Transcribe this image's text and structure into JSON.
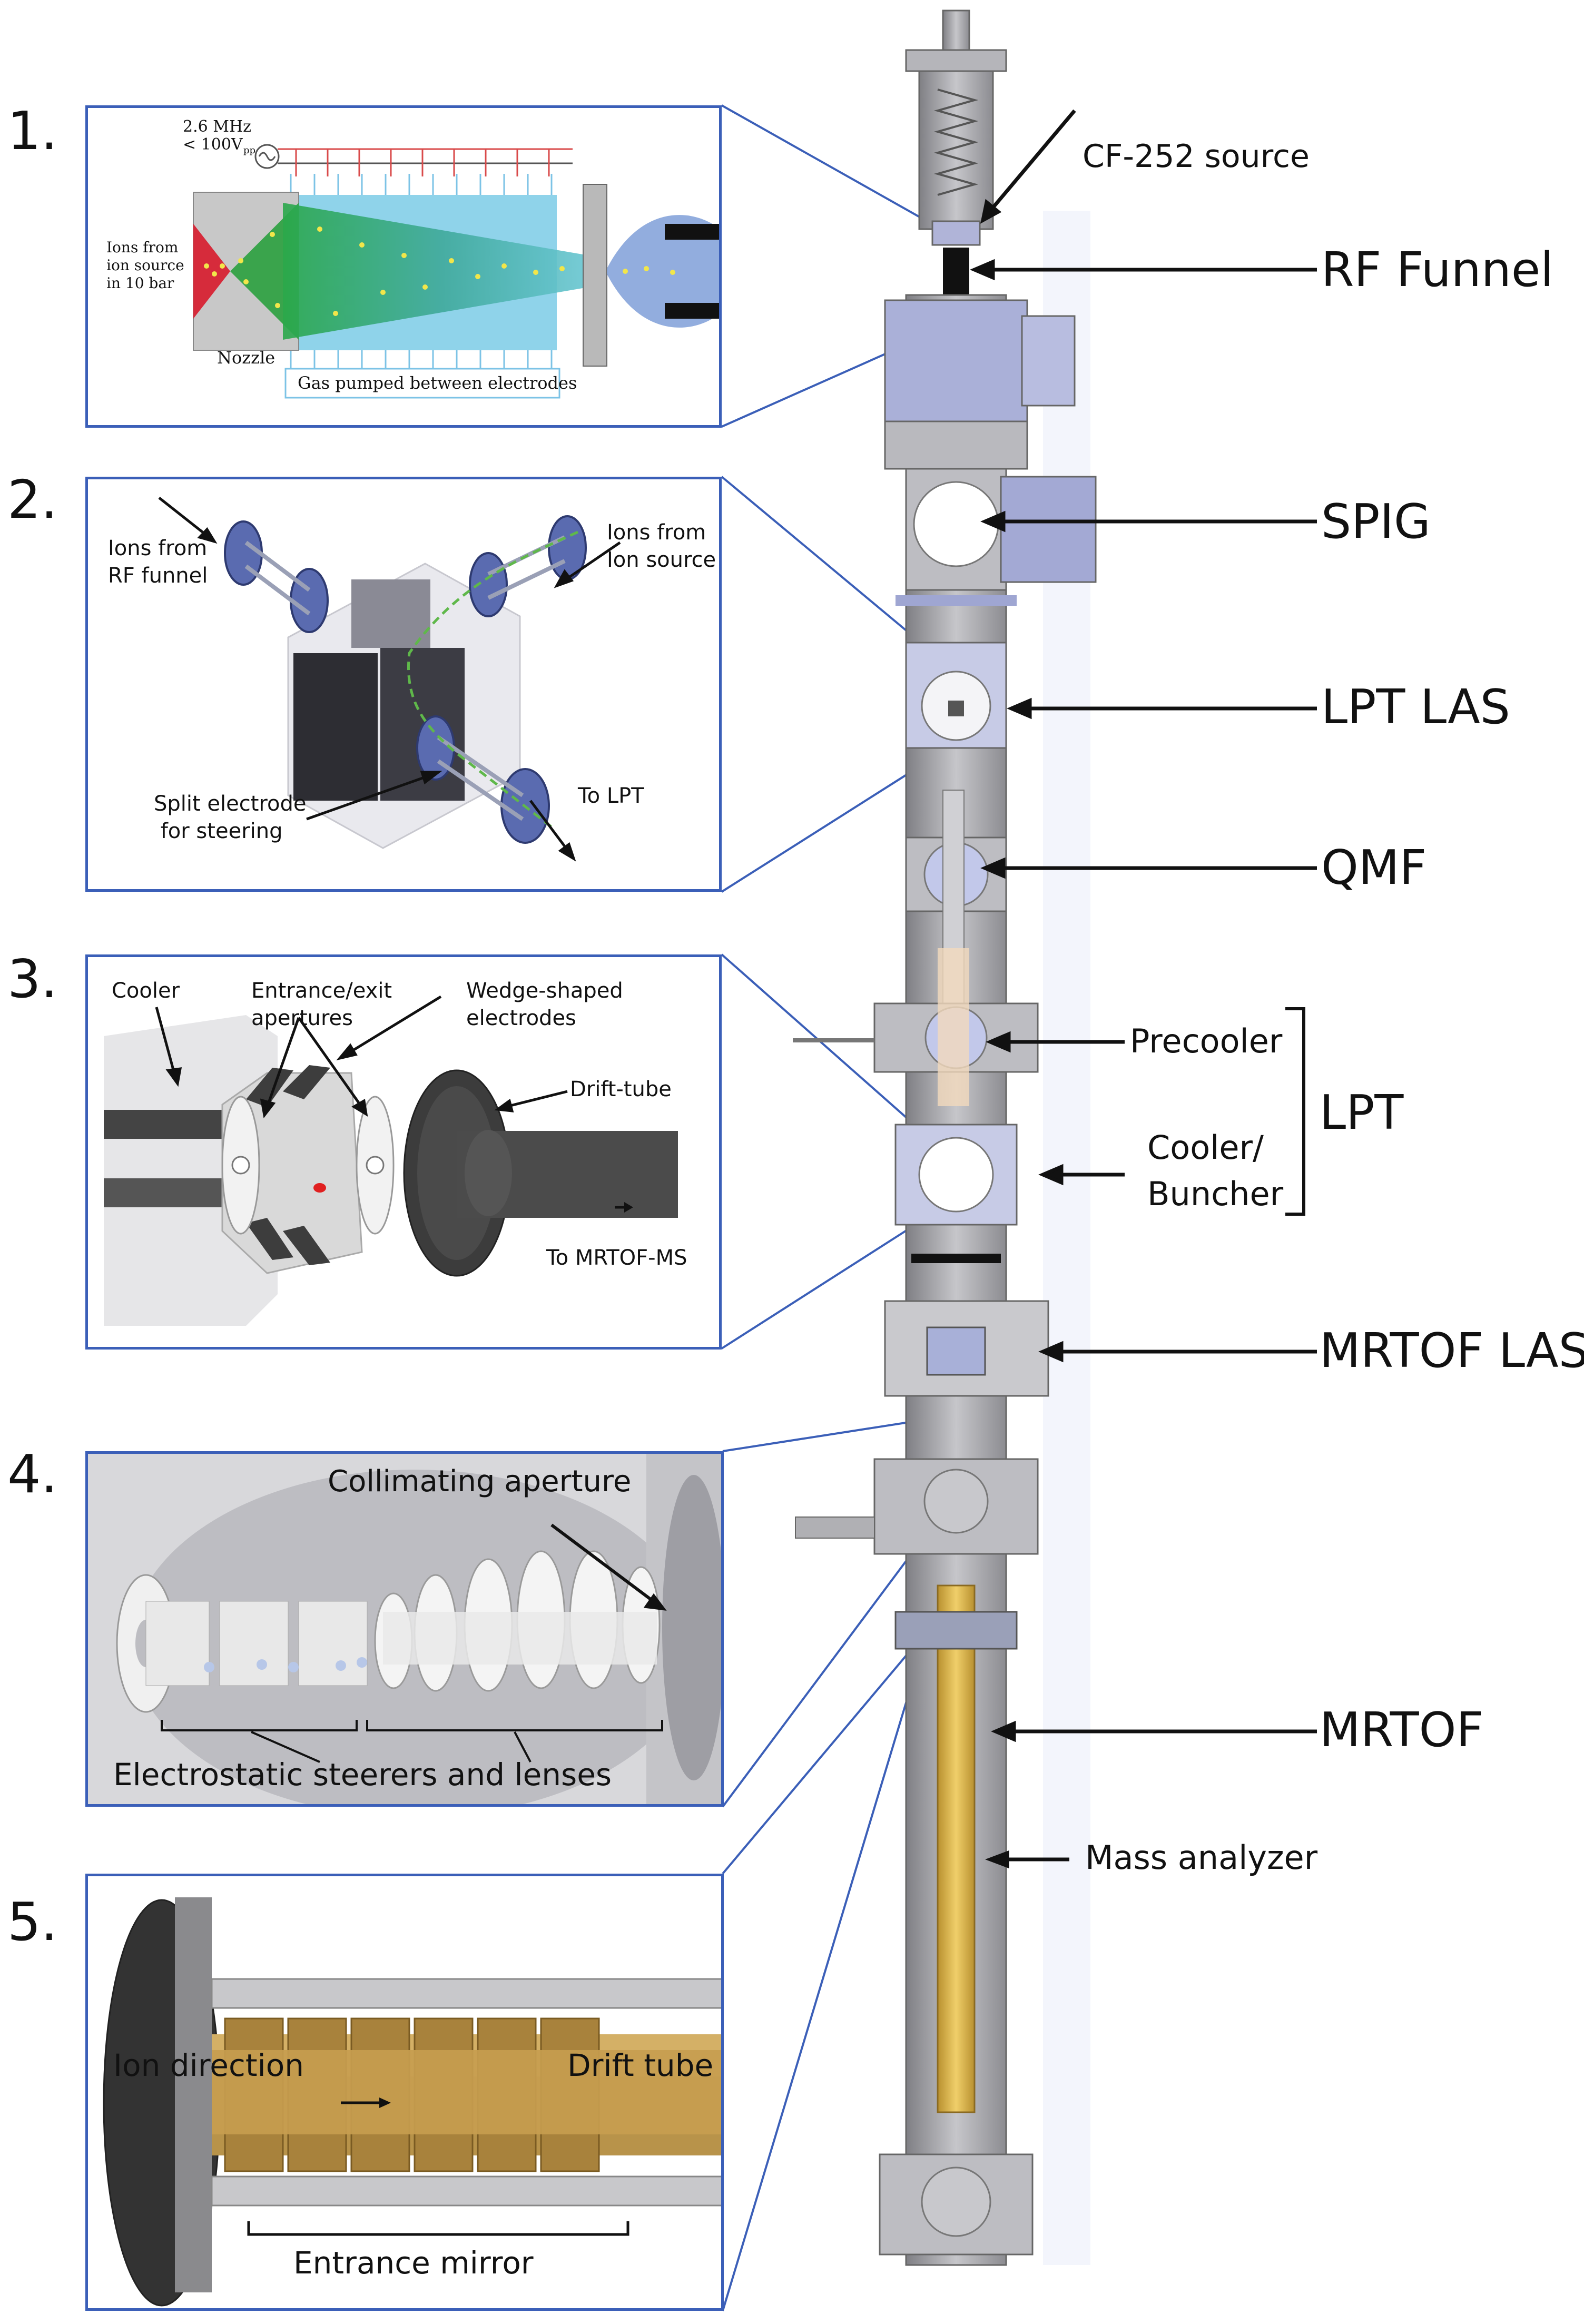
{
  "panel_numbers": [
    "1.",
    "2.",
    "3.",
    "4.",
    "5."
  ],
  "colors": {
    "panel_border": "#3b5fb8",
    "steel": "#a9a9ad",
    "flange_blue": "#9aa3d8",
    "brass": "#c9a34e"
  },
  "panel1": {
    "freq": "2.6 MHz",
    "amplitude": "< 100V",
    "amplitude_sub": "pp",
    "ions_label": "Ions from\nion source\nin 10 bar",
    "nozzle": "Nozzle",
    "gas": "Gas pumped between electrodes"
  },
  "panel2": {
    "ions_rf": "Ions from\nRF funnel",
    "ions_source": "Ions from\nIon source",
    "split": "Split electrode\n for steering",
    "to_lpt": "To LPT"
  },
  "panel3": {
    "cooler": "Cooler",
    "apertures": "Entrance/exit\napertures",
    "wedge": "Wedge-shaped\nelectrodes",
    "drift": "Drift-tube",
    "to_mrtof": "To MRTOF-MS"
  },
  "panel4": {
    "collimating": "Collimating aperture",
    "steerers": "Electrostatic steerers and lenses"
  },
  "panel5": {
    "ion_direction": "Ion direction",
    "drift_tube": "Drift tube",
    "entrance_mirror": "Entrance mirror"
  },
  "labels": {
    "cf_source": "CF-252 source",
    "rf_funnel": "RF Funnel",
    "spig": "SPIG",
    "lpt_las": "LPT LAS",
    "qmf": "QMF",
    "precooler": "Precooler",
    "cooler_buncher": "Cooler/\nBuncher",
    "lpt": "LPT",
    "mrtof_las": "MRTOF LAS",
    "mrtof": "MRTOF",
    "mass_analyzer": "Mass analyzer"
  }
}
